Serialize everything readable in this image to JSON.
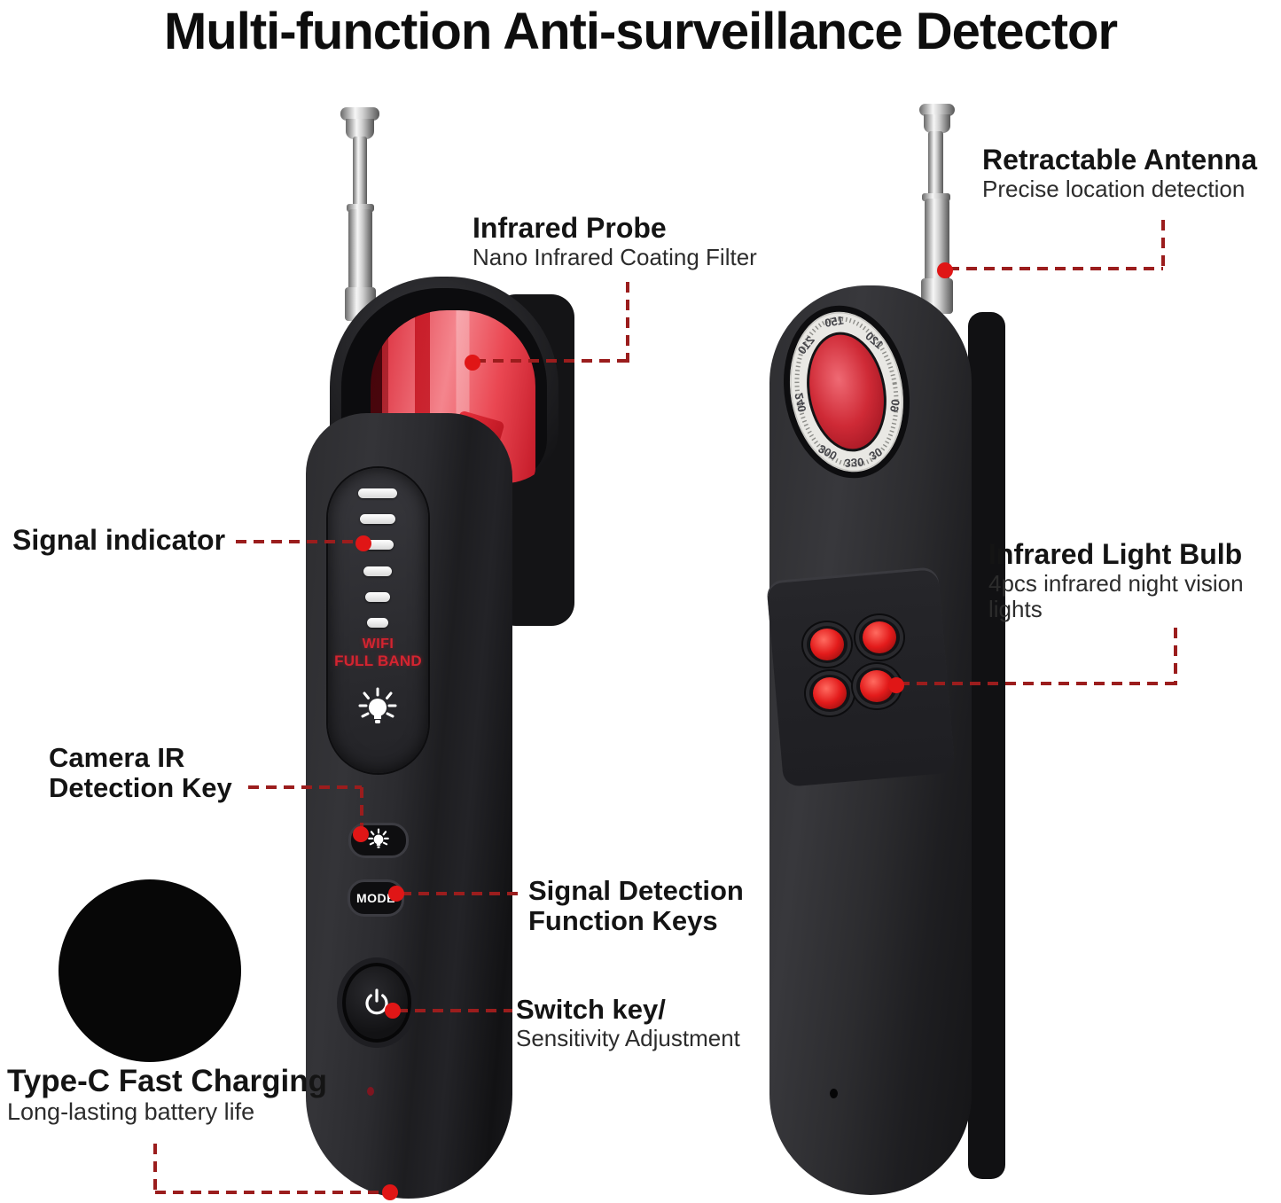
{
  "title": "Multi-function Anti-surveillance Detector",
  "callouts": {
    "infrared_probe": {
      "title": "Infrared Probe",
      "subtitle": "Nano Infrared Coating Filter"
    },
    "retractable_antenna": {
      "title": "Retractable Antenna",
      "subtitle": "Precise location detection"
    },
    "signal_indicator": {
      "title": "Signal indicator"
    },
    "infrared_light_bulb": {
      "title": "Infrared Light Bulb",
      "subtitle": "4pcs infrared night vision lights"
    },
    "camera_ir_key": {
      "line1": "Camera IR",
      "line2": "Detection Key"
    },
    "signal_detection_keys": {
      "line1": "Signal Detection",
      "line2": "Function Keys"
    },
    "switch_key": {
      "title": "Switch key/",
      "subtitle": "Sensitivity Adjustment"
    },
    "type_c_charging": {
      "title": "Type-C Fast Charging",
      "subtitle": "Long-lasting battery life"
    }
  },
  "front_device": {
    "signal_bars": 6,
    "panel_label_line1": "WIFI",
    "panel_label_line2": "FULL BAND",
    "mode_button_label": "MODE"
  },
  "back_device": {
    "dial_numbers": [
      "150",
      "210",
      "240",
      "300",
      "330",
      "30",
      "60",
      "120"
    ],
    "infrared_bulbs": 4
  },
  "colors": {
    "callout_line": "#9b1d1d",
    "callout_dot": "#e01616",
    "panel_text_red": "#d42430",
    "lens_red": "#cf2a36"
  }
}
